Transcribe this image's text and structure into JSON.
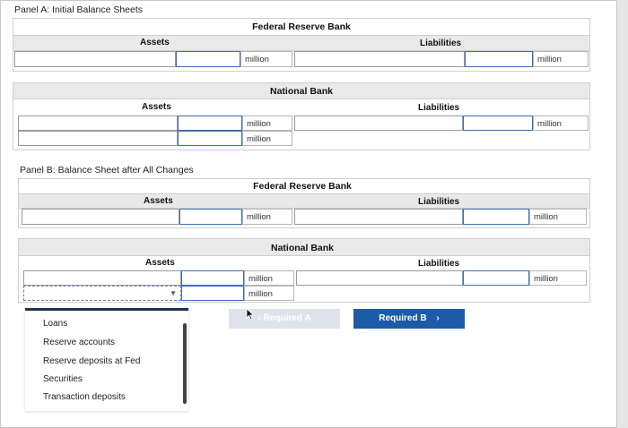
{
  "panel_a": {
    "title": "Panel A: Initial Balance Sheets",
    "frb": {
      "title": "Federal Reserve Bank",
      "assets": "Assets",
      "liabilities": "Liabilities",
      "asset_units": [
        "million"
      ],
      "liability_units": [
        "million"
      ]
    },
    "nb": {
      "title": "National Bank",
      "assets": "Assets",
      "liabilities": "Liabilities",
      "asset_units": [
        "million",
        "million"
      ],
      "liability_units": [
        "million"
      ]
    }
  },
  "panel_b": {
    "title": "Panel B: Balance Sheet after All Changes",
    "frb": {
      "title": "Federal Reserve Bank",
      "assets": "Assets",
      "liabilities": "Liabilities",
      "asset_units": [
        "million"
      ],
      "liability_units": [
        "million"
      ]
    },
    "nb": {
      "title": "National Bank",
      "assets": "Assets",
      "liabilities": "Liabilities",
      "asset_units": [
        "million",
        "million"
      ],
      "liability_units": [
        "million"
      ]
    }
  },
  "dropdown": {
    "options": [
      "Loans",
      "Reserve accounts",
      "Reserve deposits at Fed",
      "Securities",
      "Transaction deposits"
    ]
  },
  "nav": {
    "prev_label": "Required A",
    "next_label": "Required B"
  },
  "colors": {
    "accent": "#1d5aa7",
    "menu_border": "#22314d"
  }
}
